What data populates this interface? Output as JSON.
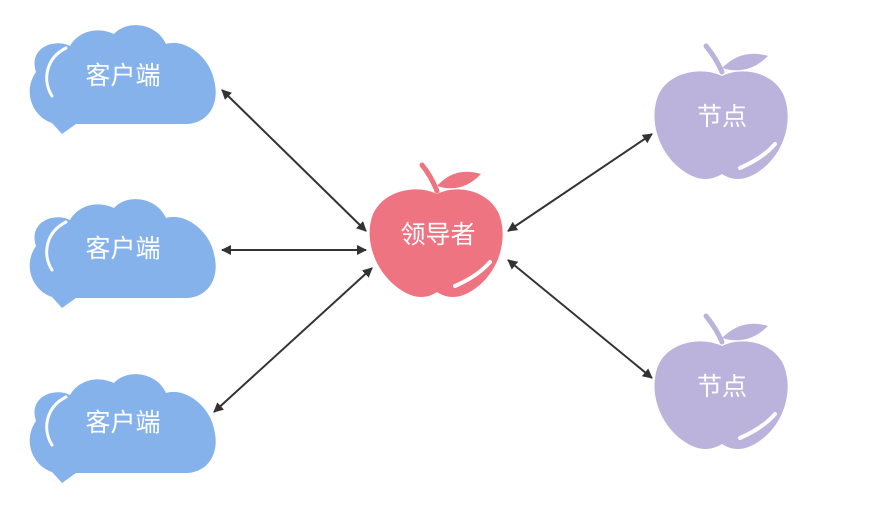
{
  "colors": {
    "client": "#86b2ec",
    "leader": "#ef7482",
    "follower": "#bbb3dc",
    "arrow": "#333333"
  },
  "nodes": {
    "client_1": {
      "label": "客户端",
      "icon": "speech-cloud-icon"
    },
    "client_2": {
      "label": "客户端",
      "icon": "speech-cloud-icon"
    },
    "client_3": {
      "label": "客户端",
      "icon": "speech-cloud-icon"
    },
    "leader": {
      "label": "领导者",
      "icon": "apple-icon"
    },
    "follower_1": {
      "label": "节点",
      "icon": "apple-icon"
    },
    "follower_2": {
      "label": "节点",
      "icon": "apple-icon"
    }
  },
  "edges": [
    {
      "from": "client_1",
      "to": "leader",
      "direction": "both"
    },
    {
      "from": "client_2",
      "to": "leader",
      "direction": "both"
    },
    {
      "from": "client_3",
      "to": "leader",
      "direction": "both"
    },
    {
      "from": "leader",
      "to": "follower_1",
      "direction": "both"
    },
    {
      "from": "leader",
      "to": "follower_2",
      "direction": "both"
    }
  ]
}
